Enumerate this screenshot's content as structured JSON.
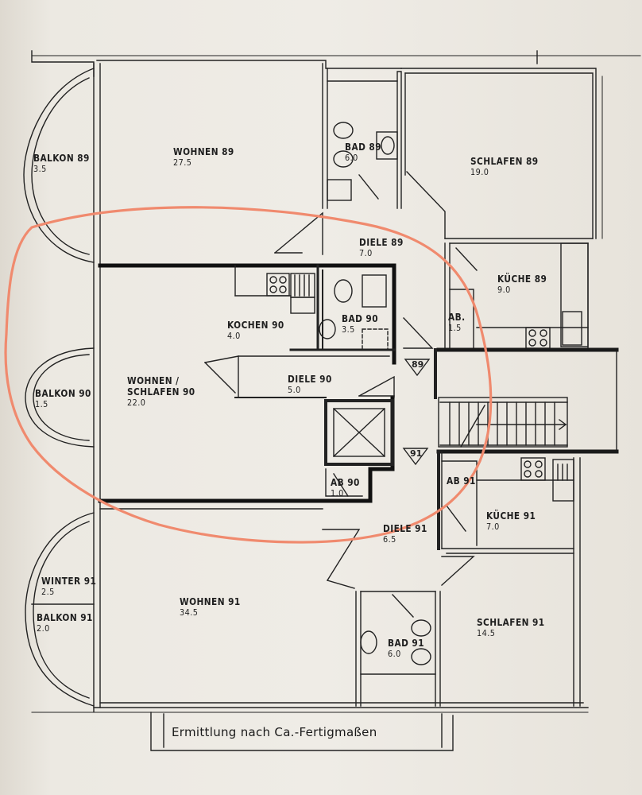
{
  "rooms": [
    {
      "id": "balkon-89",
      "name": "BALKON 89",
      "area": "3.5"
    },
    {
      "id": "wohnen-89",
      "name": "WOHNEN 89",
      "area": "27.5"
    },
    {
      "id": "bad-89",
      "name": "BAD 89",
      "area": "6.0"
    },
    {
      "id": "schlafen-89",
      "name": "SCHLAFEN 89",
      "area": "19.0"
    },
    {
      "id": "diele-89",
      "name": "DIELE 89",
      "area": "7.0"
    },
    {
      "id": "kueche-89",
      "name": "KÜCHE 89",
      "area": "9.0"
    },
    {
      "id": "ab-89",
      "name": "AB.",
      "area": "1.5"
    },
    {
      "id": "kochen-90",
      "name": "KOCHEN 90",
      "area": "4.0"
    },
    {
      "id": "bad-90",
      "name": "BAD 90",
      "area": "3.5"
    },
    {
      "id": "wohnen-schlafen-90",
      "name": "WOHNEN /",
      "name2": "SCHLAFEN 90",
      "area": "22.0"
    },
    {
      "id": "diele-90",
      "name": "DIELE 90",
      "area": "5.0"
    },
    {
      "id": "balkon-90",
      "name": "BALKON 90",
      "area": "1.5"
    },
    {
      "id": "ab-90",
      "name": "AB 90",
      "area": "1.0"
    },
    {
      "id": "ab-91",
      "name": "AB 91",
      "area": ""
    },
    {
      "id": "kueche-91",
      "name": "KÜCHE 91",
      "area": "7.0"
    },
    {
      "id": "diele-91",
      "name": "DIELE 91",
      "area": "6.5"
    },
    {
      "id": "winter-91",
      "name": "WINTER 91",
      "area": "2.5"
    },
    {
      "id": "balkon-91",
      "name": "BALKON 91",
      "area": "2.0"
    },
    {
      "id": "wohnen-91",
      "name": "WOHNEN 91",
      "area": "34.5"
    },
    {
      "id": "bad-91",
      "name": "BAD 91",
      "area": "6.0"
    },
    {
      "id": "schlafen-91",
      "name": "SCHLAFEN 91",
      "area": "14.5"
    }
  ],
  "unit_markers": {
    "top": "89",
    "bottom": "91"
  },
  "caption": "Ermittlung nach Ca.-Fertigmaßen",
  "colors": {
    "ink": "#1f1f1f",
    "highlight": "#f08a6e",
    "paper": "#efece6"
  }
}
